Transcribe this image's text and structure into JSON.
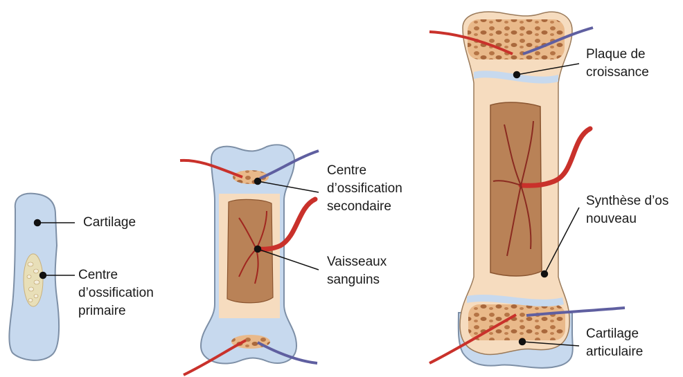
{
  "labels": {
    "cartilage": "Cartilage",
    "primary_center": [
      "Centre",
      "d’ossification",
      "primaire"
    ],
    "secondary_center": [
      "Centre",
      "d’ossification",
      "secondaire"
    ],
    "blood_vessels": [
      "Vaisseaux",
      "sanguins"
    ],
    "growth_plate": [
      "Plaque de",
      "croissance"
    ],
    "new_bone": [
      "Synthèse d’os",
      "nouveau"
    ],
    "articular_cartilage": [
      "Cartilage",
      "articulaire"
    ]
  },
  "colors": {
    "cartilage_blue": "#c7d9ee",
    "cartilage_outline": "#7d8fa6",
    "bone_cream": "#f6dcbf",
    "bone_brown": "#c38a5c",
    "bone_dark": "#8a5530",
    "artery_red": "#c9312b",
    "vein_blue": "#5f5fa0",
    "pointer": "#111111"
  }
}
